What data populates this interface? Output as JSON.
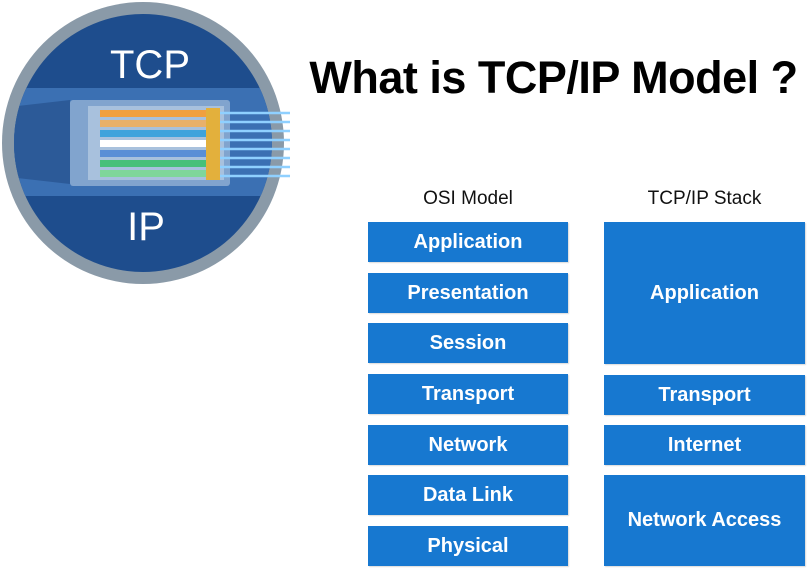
{
  "logo": {
    "top_text": "TCP",
    "bottom_text": "IP",
    "icon": "ethernet-cable-icon",
    "colors": {
      "ring": "#8a9aa8",
      "disk": "#1e4d8d",
      "band": "#3b70b3"
    }
  },
  "title": "What is TCP/IP Model ?",
  "osi": {
    "heading": "OSI Model",
    "layers": [
      "Application",
      "Presentation",
      "Session",
      "Transport",
      "Network",
      "Data Link",
      "Physical"
    ]
  },
  "tcpip": {
    "heading": "TCP/IP Stack",
    "layers": [
      "Application",
      "Transport",
      "Internet",
      "Network Access"
    ]
  },
  "colors": {
    "layer_fill": "#1778d0",
    "layer_text": "#ffffff"
  }
}
